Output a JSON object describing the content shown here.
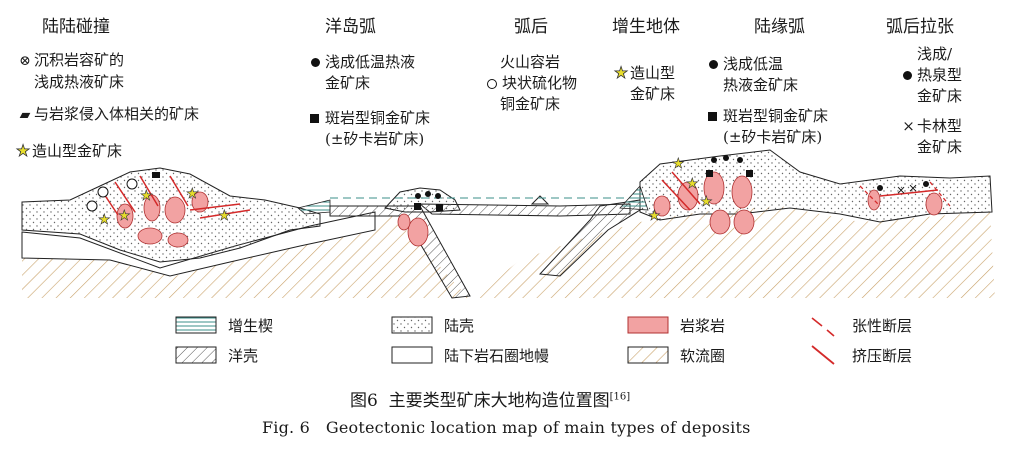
{
  "headings": {
    "collision": "陆陆碰撞",
    "island_arc": "洋岛弧",
    "back_arc": "弧后",
    "accretion": "增生地体",
    "continental_arc": "陆缘弧",
    "back_arc_extension": "弧后拉张"
  },
  "labels": {
    "sed_hosted_line1": "沉积岩容矿的",
    "sed_hosted_line2": "浅成热液矿床",
    "intrusion_related": "与岩浆侵入体相关的矿床",
    "orogenic_gold": "造山型金矿床",
    "epithermal_island_line1": "浅成低温热液",
    "epithermal_island_line2": "金矿床",
    "porphyry_island_line1": "斑岩型铜金矿床",
    "porphyry_island_line2": "(±矽卡岩矿床)",
    "vms_line1": "火山容岩",
    "vms_line2": "块状硫化物",
    "vms_line3": "铜金矿床",
    "orogenic_acc_line1": "造山型",
    "orogenic_acc_line2": "金矿床",
    "epithermal_cont_line1": "浅成低温",
    "epithermal_cont_line2": "热液金矿床",
    "porphyry_cont_line1": "斑岩型铜金矿床",
    "porphyry_cont_line2": "(±矽卡岩矿床)",
    "hotspring_line1": "浅成/",
    "hotspring_line2": "热泉型",
    "hotspring_line3": "金矿床",
    "carlin_line1": "卡林型",
    "carlin_line2": "金矿床"
  },
  "legend": {
    "accretionary_wedge": "增生楔",
    "oceanic_crust": "洋壳",
    "continental_crust": "陆壳",
    "sub_lithospheric_mantle": "陆下岩石圈地幔",
    "magmatic_rock": "岩浆岩",
    "asthenosphere": "软流圈",
    "extensional_fault": "张性断层",
    "compressional_fault": "挤压断层"
  },
  "caption": {
    "cn_prefix": "图6",
    "cn_title": "主要类型矿床大地构造位置图",
    "cn_ref": "[16]",
    "en_prefix": "Fig. 6",
    "en_title": "Geotectonic location map of main types of deposits"
  },
  "colors": {
    "magma_fill": "#f2a2a2",
    "fault_red": "#d42a2a",
    "asthenosphere_hatch": "#c9a26a",
    "accretion_wedge": "#3b8f8a",
    "star_fill": "#e8de2c"
  }
}
